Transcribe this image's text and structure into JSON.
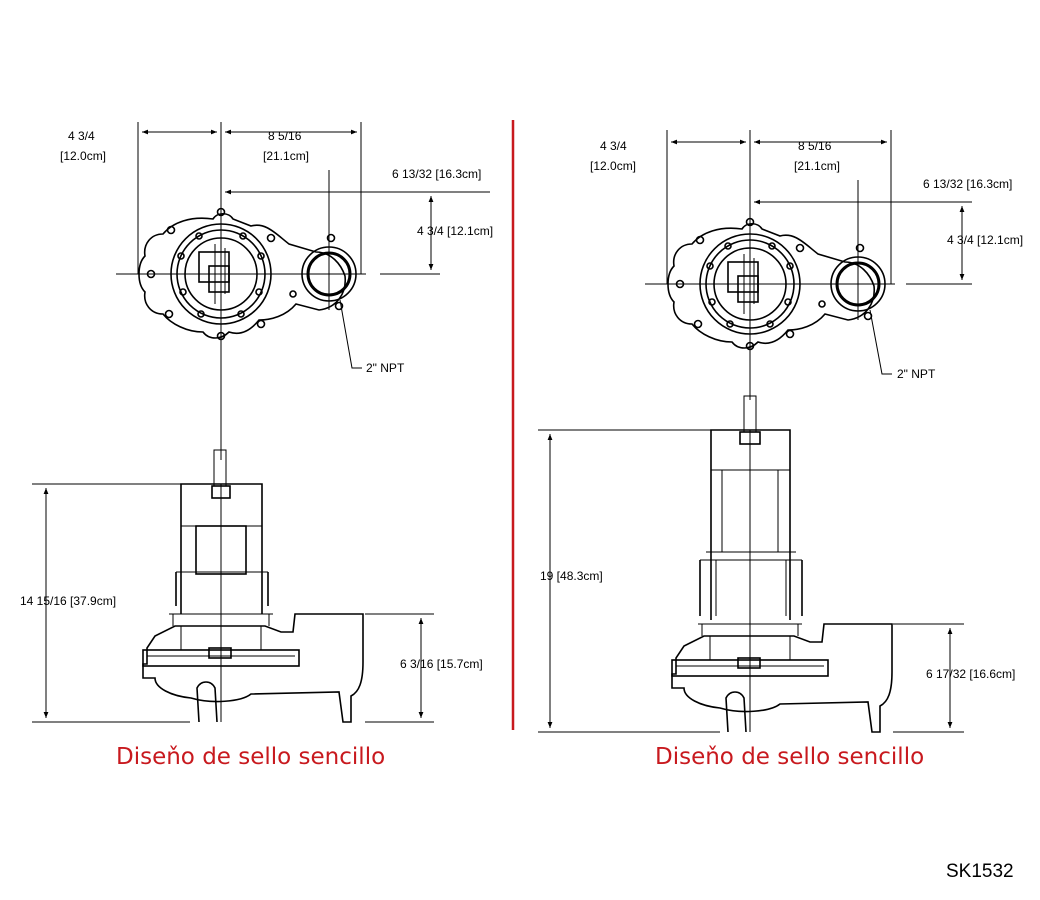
{
  "left_view": {
    "dim_top_left": "4 3/4",
    "dim_top_left_cm": "[12.0cm]",
    "dim_top_right": "8 5/16",
    "dim_top_right_cm": "[21.1cm]",
    "dim_discharge": "6 13/32 [16.3cm]",
    "dim_height_top": "4 3/4 [12.1cm]",
    "discharge_label": "2\" NPT",
    "dim_overall_height": "14 15/16 [37.9cm]",
    "dim_base_height": "6 3/16 [15.7cm]",
    "caption": "Diseňo de sello sencillo"
  },
  "right_view": {
    "dim_top_left": "4 3/4",
    "dim_top_left_cm": "[12.0cm]",
    "dim_top_right": "8 5/16",
    "dim_top_right_cm": "[21.1cm]",
    "dim_discharge": "6 13/32 [16.3cm]",
    "dim_height_top": "4 3/4 [12.1cm]",
    "discharge_label": "2\" NPT",
    "dim_overall_height": "19 [48.3cm]",
    "dim_base_height": "6 17/32 [16.6cm]",
    "caption": "Diseňo de sello sencillo"
  },
  "drawing_code": "SK1532",
  "colors": {
    "caption": "#c8191e",
    "divider": "#c8191e",
    "line": "#000000"
  }
}
